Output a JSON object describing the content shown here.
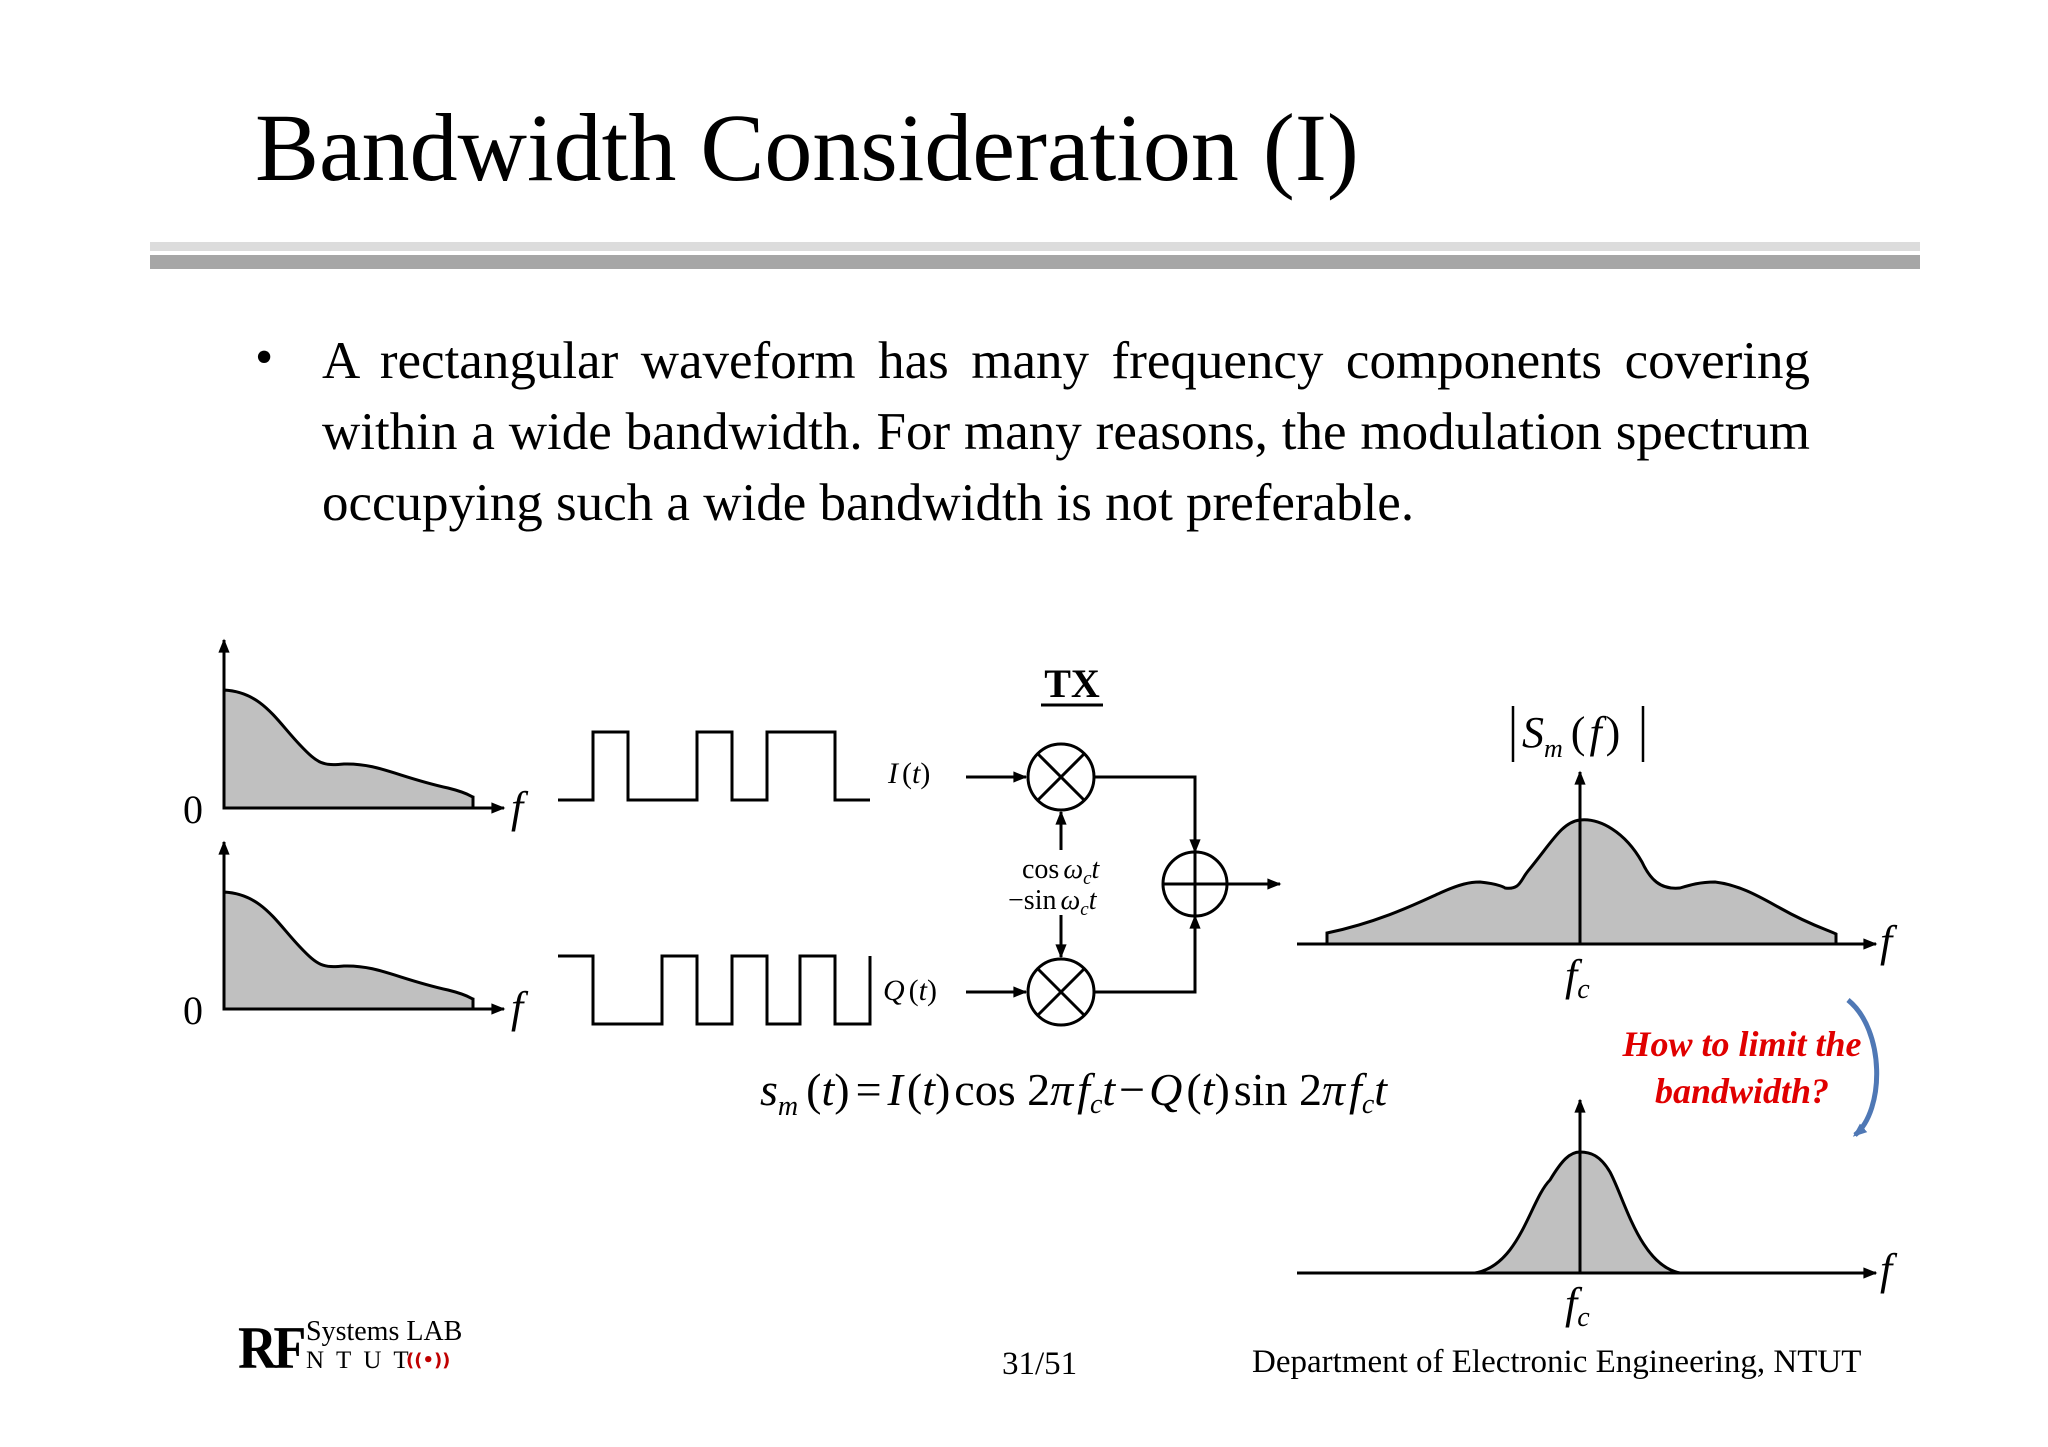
{
  "slide": {
    "title": "Bandwidth Consideration (I)",
    "bullet_symbol": "•",
    "bullet_text": "A rectangular waveform has many frequency components covering within a wide bandwidth. For many reasons, the modulation spectrum occupying such a wide bandwidth is not preferable."
  },
  "diagram": {
    "tx_label": "TX",
    "zero_label": "0",
    "f_axis_label": "f",
    "i_signal_label": "I",
    "q_signal_label": "Q",
    "t_symbol": "t",
    "cos_label": "cos",
    "minus_sin_label": "−sin",
    "omega_symbol": "ω",
    "c_subscript": "c",
    "spectrum_magnitude_label": "S",
    "m_subscript": "m",
    "fc_label": "f",
    "question_line1": "How to limit the",
    "question_line2": "bandwidth?",
    "equation": {
      "s": "s",
      "eq": "=",
      "I": "I",
      "cos": "cos 2",
      "pi": "π",
      "f": "f",
      "minus": "−",
      "Q": "Q",
      "sin": "sin 2"
    }
  },
  "footer": {
    "logo_rf": "RF",
    "logo_lab": "Systems LAB",
    "logo_ntut": "NTUT",
    "logo_wave": "((•))",
    "page_number": "31/51",
    "department": "Department of Electronic Engineering, NTUT"
  },
  "colors": {
    "spectrum_fill": "#c0c0c0",
    "question_text": "#e00000",
    "question_arrow": "#4f78b5",
    "rule_light": "#dcdcdc",
    "rule_dark": "#a6a6a6"
  }
}
